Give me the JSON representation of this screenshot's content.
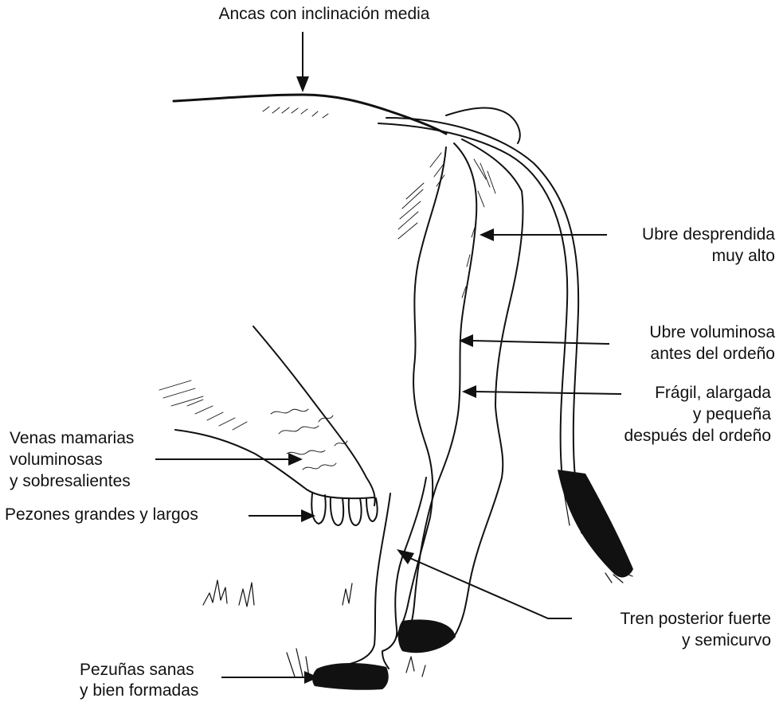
{
  "labels": {
    "top": "Ancas con inclinación media",
    "ubre_desprendida": [
      "Ubre desprendida",
      "muy alto"
    ],
    "ubre_voluminosa": [
      "Ubre voluminosa",
      "antes del ordeño"
    ],
    "fragil": [
      "Frágil, alargada",
      "y pequeña",
      "después del ordeño"
    ],
    "venas": [
      "Venas mamarias",
      "voluminosas",
      "y sobresalientes"
    ],
    "pezones": "Pezones grandes y largos",
    "tren": [
      "Tren posterior fuerte",
      "y semicurvo"
    ],
    "pezunas": [
      "Pezuñas sanas",
      "y bien formadas"
    ]
  },
  "colors": {
    "ink": "#111111",
    "background": "#ffffff"
  }
}
